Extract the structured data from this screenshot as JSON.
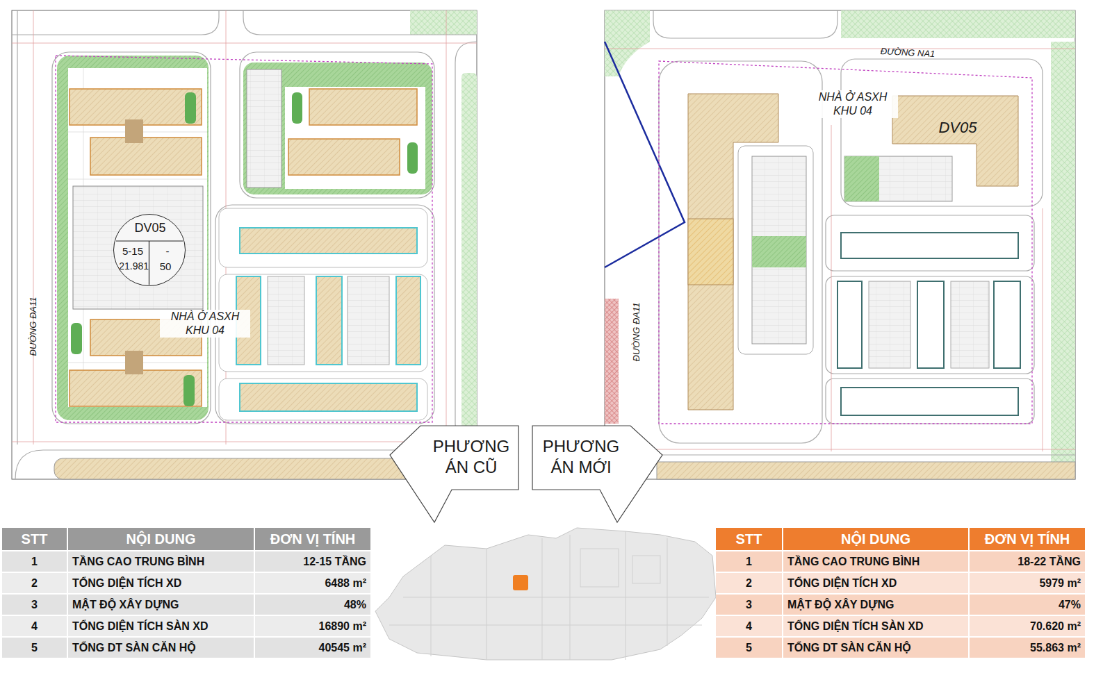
{
  "diagram": {
    "nodes": [
      {
        "text": [
          "DV05",
          "5-15",
          "-",
          "21.981",
          "50"
        ]
      },
      {
        "text": [
          "PHƯƠNG ÁN CŨ"
        ]
      },
      {
        "text": [
          "PHƯƠNG ÁN MỚI"
        ]
      },
      {
        "text": [
          "DV05"
        ]
      }
    ],
    "labels": [
      "NHÀ Ở ASXH KHU 04",
      "ĐƯỜNG ĐA11",
      "ĐƯỜNG NA1",
      "NHÀ Ở ASXH KHU 04",
      "ĐƯỜNG ĐA11",
      "STT",
      "NỘI DUNG",
      "ĐƠN VỊ TÍNH",
      "1",
      "TẦNG CAO TRUNG BÌNH",
      "12-15 TẦNG",
      "2",
      "TỔNG DIỆN TÍCH XD",
      "6488 m²",
      "3",
      "MẬT ĐỘ XÂY DỰNG",
      "48%",
      "4",
      "TỔNG DIỆN TÍCH SÀN XD",
      "16890 m²",
      "5",
      "TỔNG DT SÀN CĂN HỘ",
      "40545 m²",
      "STT",
      "NỘI DUNG",
      "ĐƠN VỊ TÍNH",
      "1",
      "TẦNG CAO TRUNG BÌNH",
      "18-22 TẦNG",
      "2",
      "TỔNG DIỆN TÍCH XD",
      "5979 m²",
      "3",
      "MẬT ĐỘ XÂY DỰNG",
      "47%",
      "4",
      "TỔNG DIỆN TÍCH SÀN XD",
      "70.620 m²",
      "5",
      "TỔNG DT SÀN CĂN HỘ",
      "55.863 m²"
    ]
  }
}
